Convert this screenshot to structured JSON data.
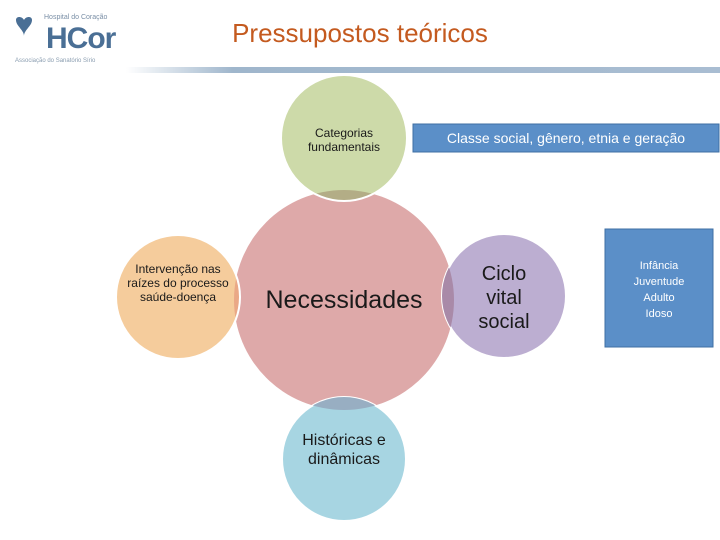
{
  "logo": {
    "small_text": "Hospital do Coração",
    "main_text": "HCor",
    "sub_text": "Associação do Sanatório Sírio"
  },
  "slide": {
    "title": "Pressupostos teóricos"
  },
  "diagram": {
    "center": "Necessidades",
    "top": "Categorias fundamentais",
    "left": "Intervenção nas raízes do processo saúde-doença",
    "bottom": "Históricas e dinâmicas",
    "right": "Ciclo vital social",
    "top_box": "Classe social, gênero, etnia e geração",
    "right_box": {
      "line1": "Infância",
      "line2": "Juventude",
      "line3": "Adulto",
      "line4": "Idoso"
    }
  },
  "colors": {
    "title": "#c45a1f",
    "center": "#dea9a9",
    "top": "#cddaa9",
    "left": "#f5cc9c",
    "bottom": "#a7d5e2",
    "right": "#bcaed1",
    "box": "#5b8fc8"
  }
}
